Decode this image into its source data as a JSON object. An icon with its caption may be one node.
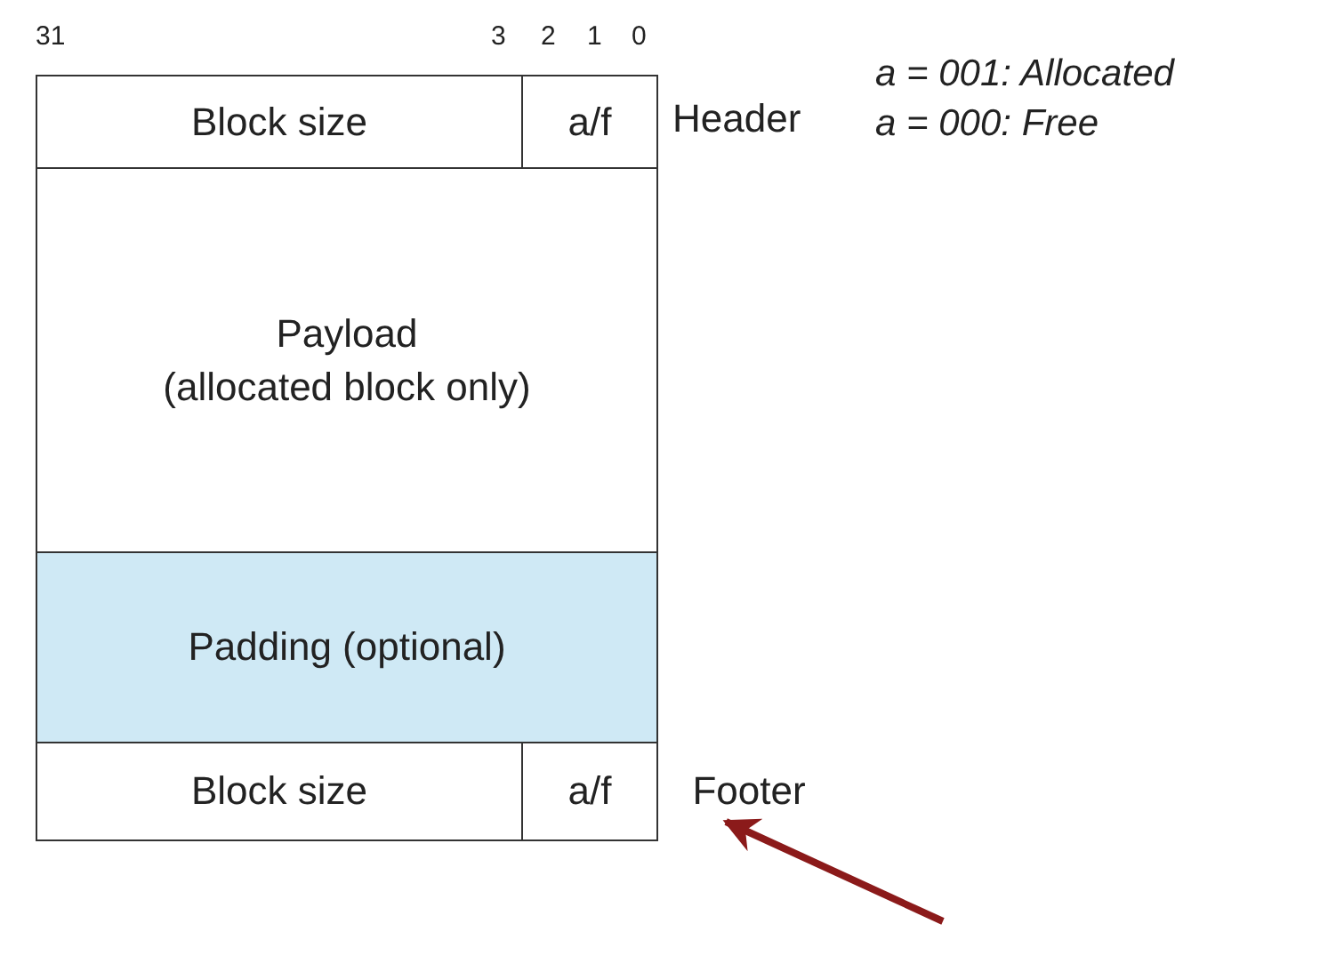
{
  "diagram": {
    "nodes": [
      {
        "text": [
          "Block size"
        ]
      },
      {
        "text": [
          "a/f"
        ]
      },
      {
        "text": [
          "Payload",
          "(allocated block only)"
        ]
      },
      {
        "text": [
          "Padding (optional)"
        ]
      },
      {
        "text": [
          "Block size"
        ]
      },
      {
        "text": [
          "a/f"
        ]
      },
      {
        "text": [
          "Footer"
        ]
      }
    ],
    "edges": [
      {
        "from": null,
        "to": 6,
        "arrow": "to",
        "color": "#8b1a1a"
      }
    ],
    "labels": [
      "31",
      "3",
      "2",
      "1",
      "0",
      "Header",
      "a = 001: Allocated",
      "a = 000: Free"
    ]
  }
}
